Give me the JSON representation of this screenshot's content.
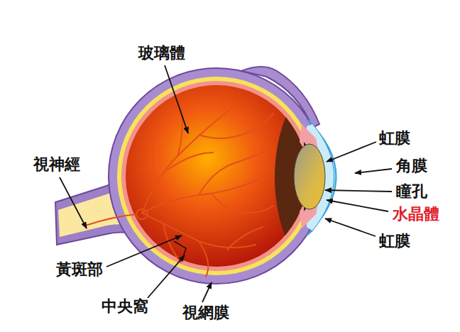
{
  "diagram": {
    "labels": [
      "玻璃體",
      "視神經",
      "黃斑部",
      "中央窩",
      "視網膜",
      "虹膜",
      "角膜",
      "瞳孔",
      "水晶體",
      "虹膜"
    ]
  }
}
